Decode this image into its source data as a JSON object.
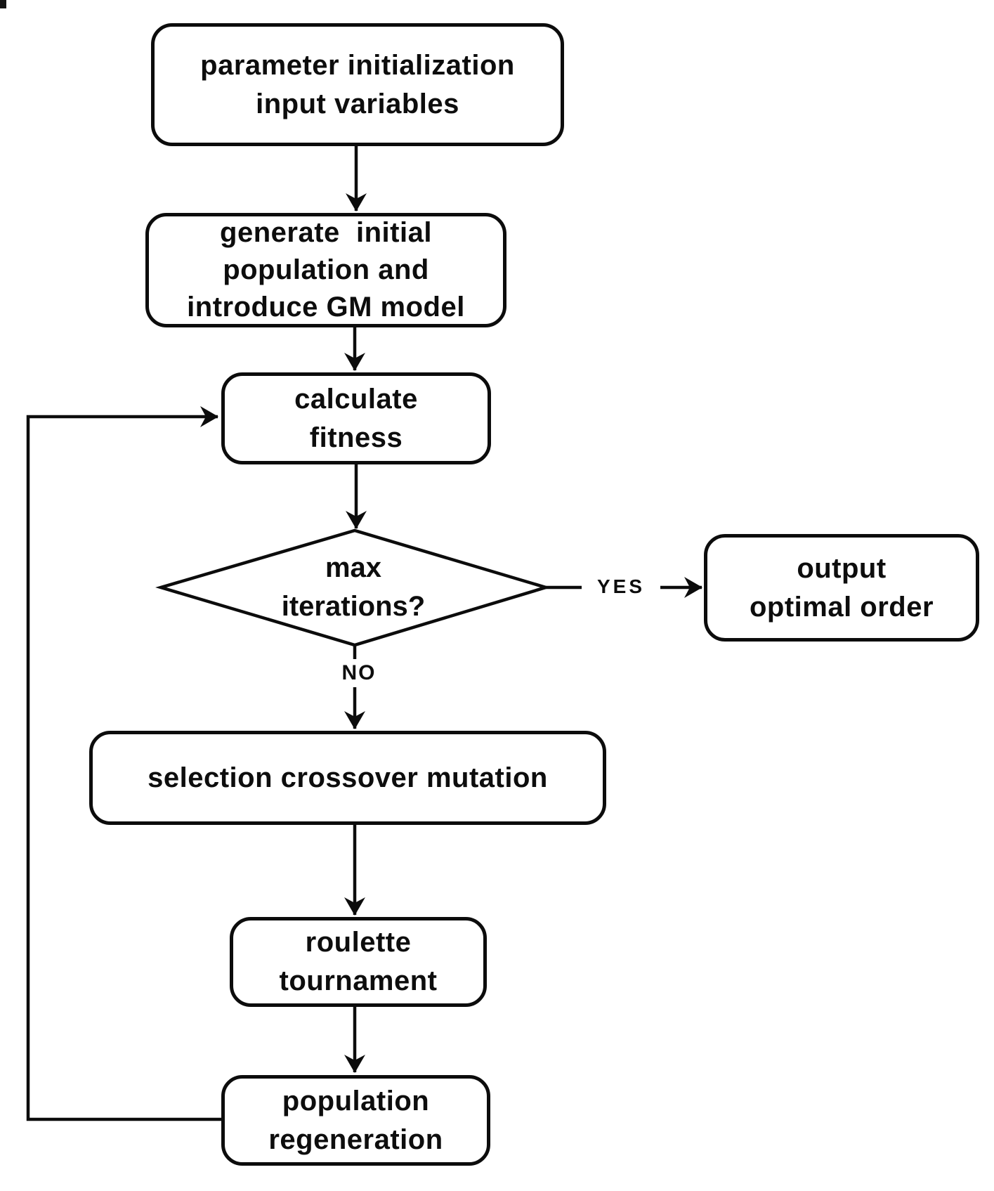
{
  "diagram": {
    "type": "flowchart",
    "colors": {
      "stroke": "#0c0c0c",
      "node_fill": "#ffffff",
      "text": "#0d0d0d",
      "background": "#ffffff"
    },
    "nodes": {
      "param_init": {
        "line1": "parameter initialization",
        "line2": "input variables"
      },
      "generate_population": {
        "line1": "generate  initial",
        "line2": "population and",
        "line3": "introduce GM model"
      },
      "calculate_fitness": {
        "line1": "calculate",
        "line2": "fitness"
      },
      "max_iterations": {
        "line1": "max",
        "line2": "iterations?"
      },
      "output_optimal": {
        "line1": "output",
        "line2": "optimal order"
      },
      "selection_crossover_mutation": {
        "line1": "selection crossover mutation"
      },
      "roulette_tournament": {
        "line1": "roulette",
        "line2": "tournament"
      },
      "population_regeneration": {
        "line1": "population",
        "line2": "regeneration"
      }
    },
    "edge_labels": {
      "yes": "YES",
      "no": "NO"
    }
  }
}
